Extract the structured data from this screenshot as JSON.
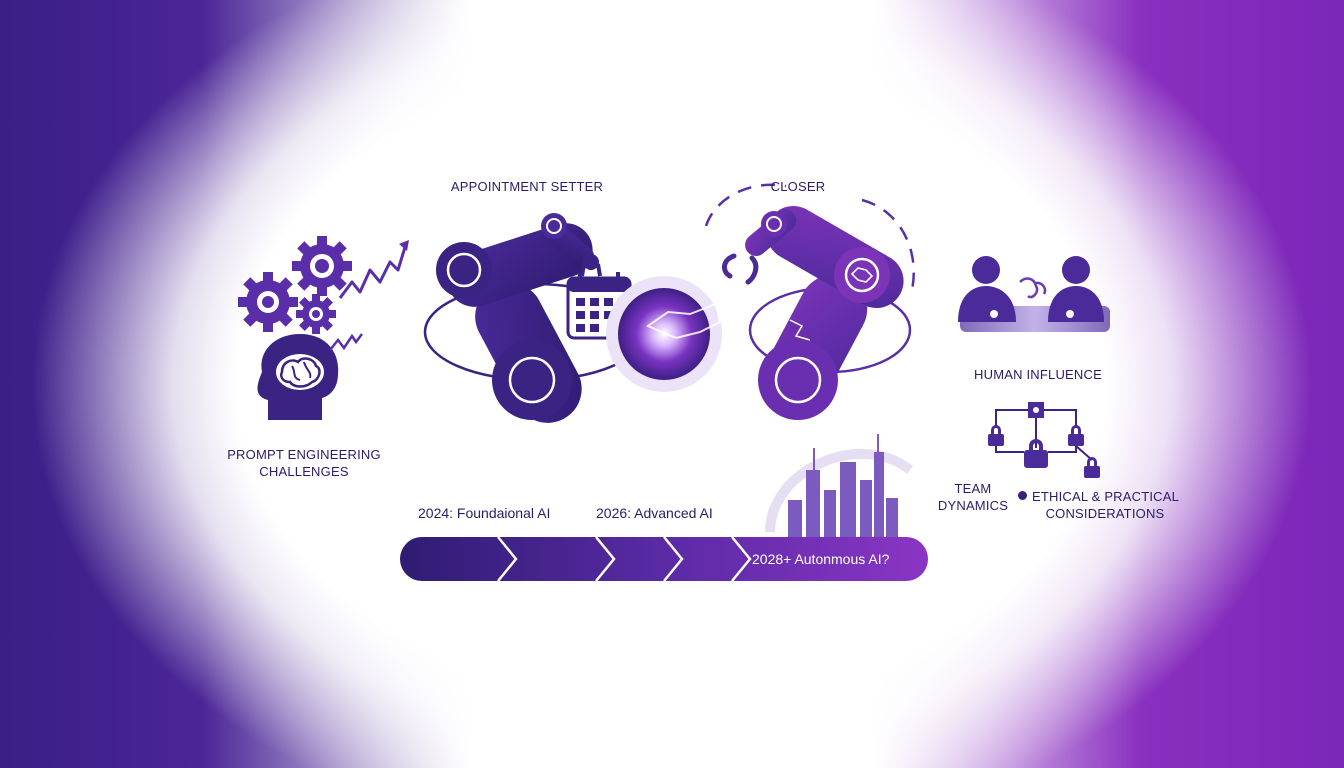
{
  "labels": {
    "appointment_setter": "APPOINTMENT SETTER",
    "closer": "CLOSER",
    "prompt_engineering_line1": "PROMPT ENGINEERING",
    "prompt_engineering_line2": "CHALLENGES",
    "human_influence": "HUMAN INFLUENCE",
    "team_dynamics_line1": "TEAM",
    "team_dynamics_line2": "DYNAMICS",
    "ethical_line1": "ETHICAL & PRACTICAL",
    "ethical_line2": "CONSIDERATIONS"
  },
  "timeline": {
    "stages": [
      "2024: Foundaional AI",
      "2026: Advanced AI",
      "2028+ Autonmous AI?"
    ]
  },
  "colors": {
    "primary_dark": "#2f1c72",
    "primary": "#4b2a9a",
    "accent": "#7b33b8",
    "text": "#2d1a6b"
  },
  "icons": [
    "gear-icon",
    "zigzag-arrow-icon",
    "brain-head-icon",
    "robot-arm-icon",
    "calendar-icon",
    "handshake-icon",
    "people-icon",
    "lock-network-icon",
    "city-icon"
  ]
}
